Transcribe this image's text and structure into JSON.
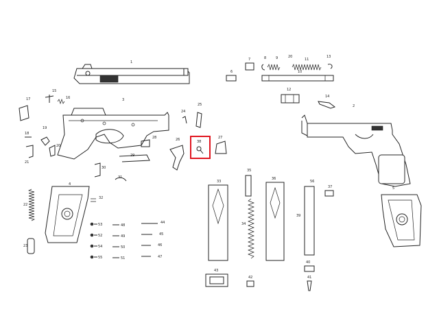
{
  "diagram": {
    "highlight_color": "#e0141e",
    "labels": {
      "p1": "1",
      "p2": "2",
      "p3": "3",
      "p4": "4",
      "p5": "5",
      "p6": "6",
      "p7": "7",
      "p8": "8",
      "p9": "9",
      "p10": "10",
      "p11": "11",
      "p12": "12",
      "p13": "13",
      "p14": "14",
      "p15": "15",
      "p16": "16",
      "p17": "17",
      "p18": "18",
      "p19": "19",
      "p20": "20",
      "p21": "21",
      "p22": "22",
      "p23": "23",
      "p24": "24",
      "p25": "25",
      "p26": "26",
      "p27": "27",
      "p28": "28",
      "p29": "29",
      "p30": "30",
      "p31": "31",
      "p32": "32",
      "p33": "33",
      "p34": "34",
      "p35": "35",
      "p36": "36",
      "p37": "37",
      "p38": "38",
      "p39": "39",
      "p40": "40",
      "p41": "41",
      "p42": "42",
      "p43": "43",
      "p44": "44",
      "p45": "45",
      "p46": "46",
      "p47": "47",
      "p48": "48",
      "p49": "49",
      "p50": "50",
      "p51": "51",
      "p52": "52",
      "p53": "53",
      "p54": "54",
      "p55": "55",
      "p56": "56"
    }
  }
}
